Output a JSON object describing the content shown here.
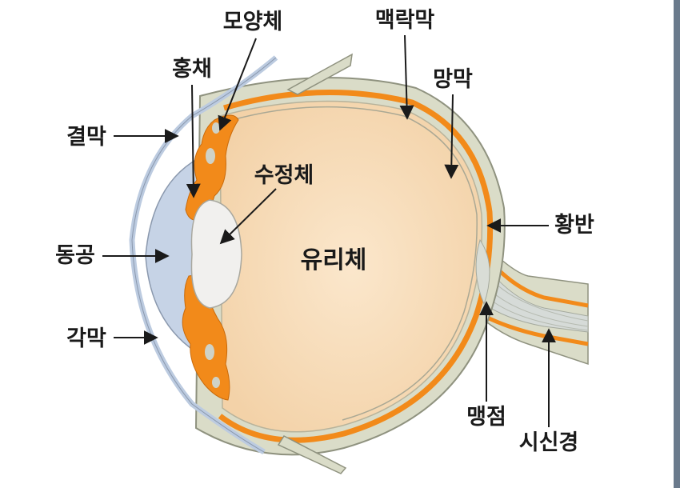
{
  "labels": {
    "ciliary_body": "모양체",
    "iris": "홍채",
    "conjunctiva": "결막",
    "lens": "수정체",
    "pupil": "동공",
    "vitreous": "유리체",
    "cornea": "각막",
    "choroid": "맥락막",
    "retina": "망막",
    "macula": "황반",
    "blind_spot": "맹점",
    "optic_nerve": "시신경"
  },
  "colors": {
    "vitreous_fill": "#f7dcb8",
    "sclera": "#dadcc8",
    "choroid_orange": "#f28a1a",
    "cornea_blue": "#c6d3e6",
    "lens_white": "#f1f0ee",
    "edge_bar": "#6a7a8c"
  }
}
